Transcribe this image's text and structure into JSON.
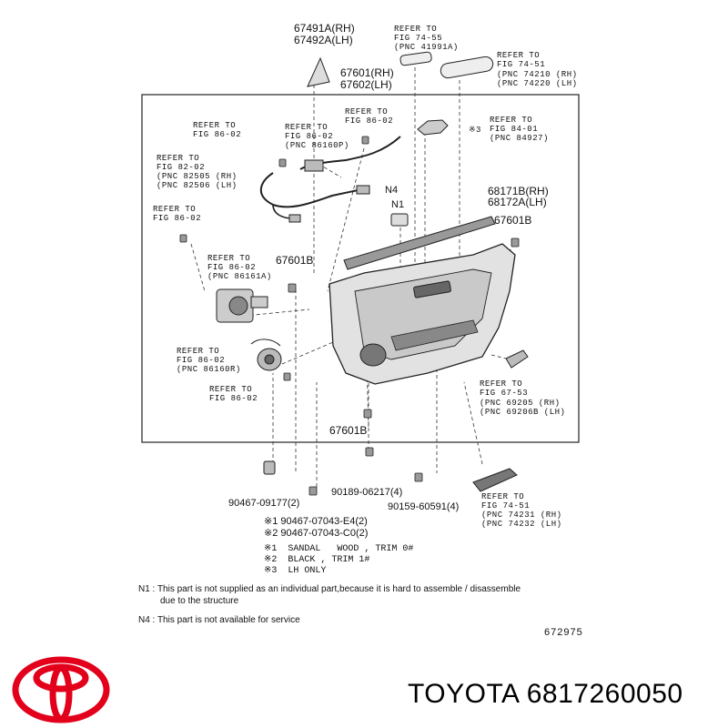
{
  "labels": {
    "l1": "67491A(RH)",
    "l2": "67492A(LH)",
    "l3": "REFER TO",
    "l4": "FIG 74-55",
    "l5": "(PNC 41991A)",
    "l6": "REFER TO",
    "l7": "FIG 74-51",
    "l8": "(PNC 74210 (RH)",
    "l9": "(PNC 74220 (LH)",
    "l10": "67601(RH)",
    "l11": "67602(LH)",
    "l12": "REFER TO",
    "l13": "FIG 86-02",
    "l14": "REFER TO",
    "l15": "FIG 86-02",
    "l16": "REFER TO",
    "l17": "FIG 86-02",
    "l18": "(PNC 86160P)",
    "l19": "※3",
    "l20": "REFER TO",
    "l21": "FIG 84-01",
    "l22": "(PNC 84927)",
    "l23": "REFER TO",
    "l24": "FIG 82-02",
    "l25": "(PNC 82505 (RH)",
    "l26": "(PNC 82506 (LH)",
    "l27": "N4",
    "l28": "N1",
    "l29": "68171B(RH)",
    "l30": "68172A(LH)",
    "l31": "REFER TO",
    "l32": "FIG 86-02",
    "l33": "67601B",
    "l34": "REFER TO",
    "l35": "FIG 86-02",
    "l36": "(PNC 86161A)",
    "l37": "67601B",
    "l38": "REFER TO",
    "l39": "FIG 86-02",
    "l40": "(PNC 86160R)",
    "l41": "REFER TO",
    "l42": "FIG 86-02",
    "l43": "REFER TO",
    "l44": "FIG 67-53",
    "l45": "(PNC 69205 (RH)",
    "l46": "(PNC 69206B (LH)",
    "l47": "67601B",
    "l48": "90467-09177(2)",
    "l49": "90189-06217(4)",
    "l50": "90159-60591(4)",
    "l51": "REFER TO",
    "l52": "FIG 74-51",
    "l53": "(PNC 74231 (RH)",
    "l54": "(PNC 74232 (LH)"
  },
  "screws": {
    "s1": "※1  90467-07043-E4(2)",
    "s2": "※2  90467-07043-C0(2)"
  },
  "legend": {
    "k1": "※1  SANDAL   WOOD , TRIM 0#",
    "k2": "※2  BLACK , TRIM 1#",
    "k3": "※3  LH ONLY"
  },
  "notes": {
    "n1a": "N1 :  This part is not supplied as an individual part,because it is hard to assemble / disassemble",
    "n1b": "due to the structure",
    "n4": "N4 :  This part is not available for service"
  },
  "figure_number": "672975",
  "brand_text": "TOYOTA 6817260050",
  "colors": {
    "logo_red": "#e3001b",
    "ink": "#111111"
  }
}
